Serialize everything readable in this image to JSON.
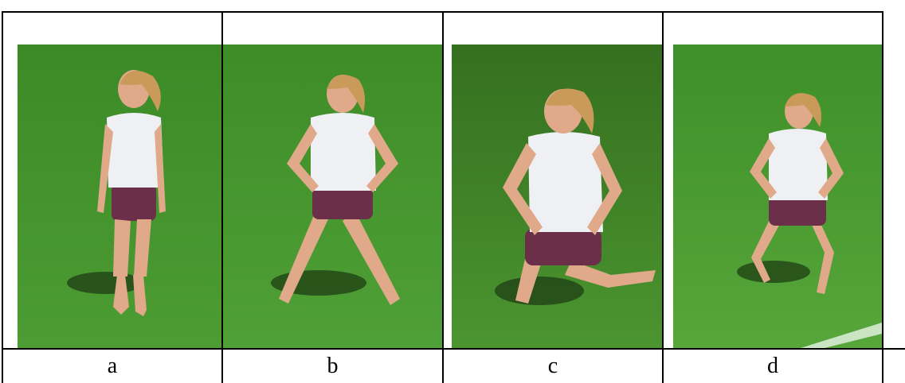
{
  "captions": [
    "a",
    "b",
    "c",
    "d"
  ],
  "photos": [
    {
      "pose": "standing-upright"
    },
    {
      "pose": "wide-stance-hands-on-hips"
    },
    {
      "pose": "kneeling-hands-on-hips"
    },
    {
      "pose": "half-squat-hands-on-hips"
    }
  ],
  "colors": {
    "grass": "#3f8f2a",
    "grass_dark": "#2f6f1e",
    "grass_light": "#56a63a",
    "shirt": "#eef0f4",
    "shorts": "#6b2f4a",
    "skin": "#e0a98a",
    "hair": "#c99a5a",
    "shadow": "#1d3d14",
    "border": "#000000"
  }
}
